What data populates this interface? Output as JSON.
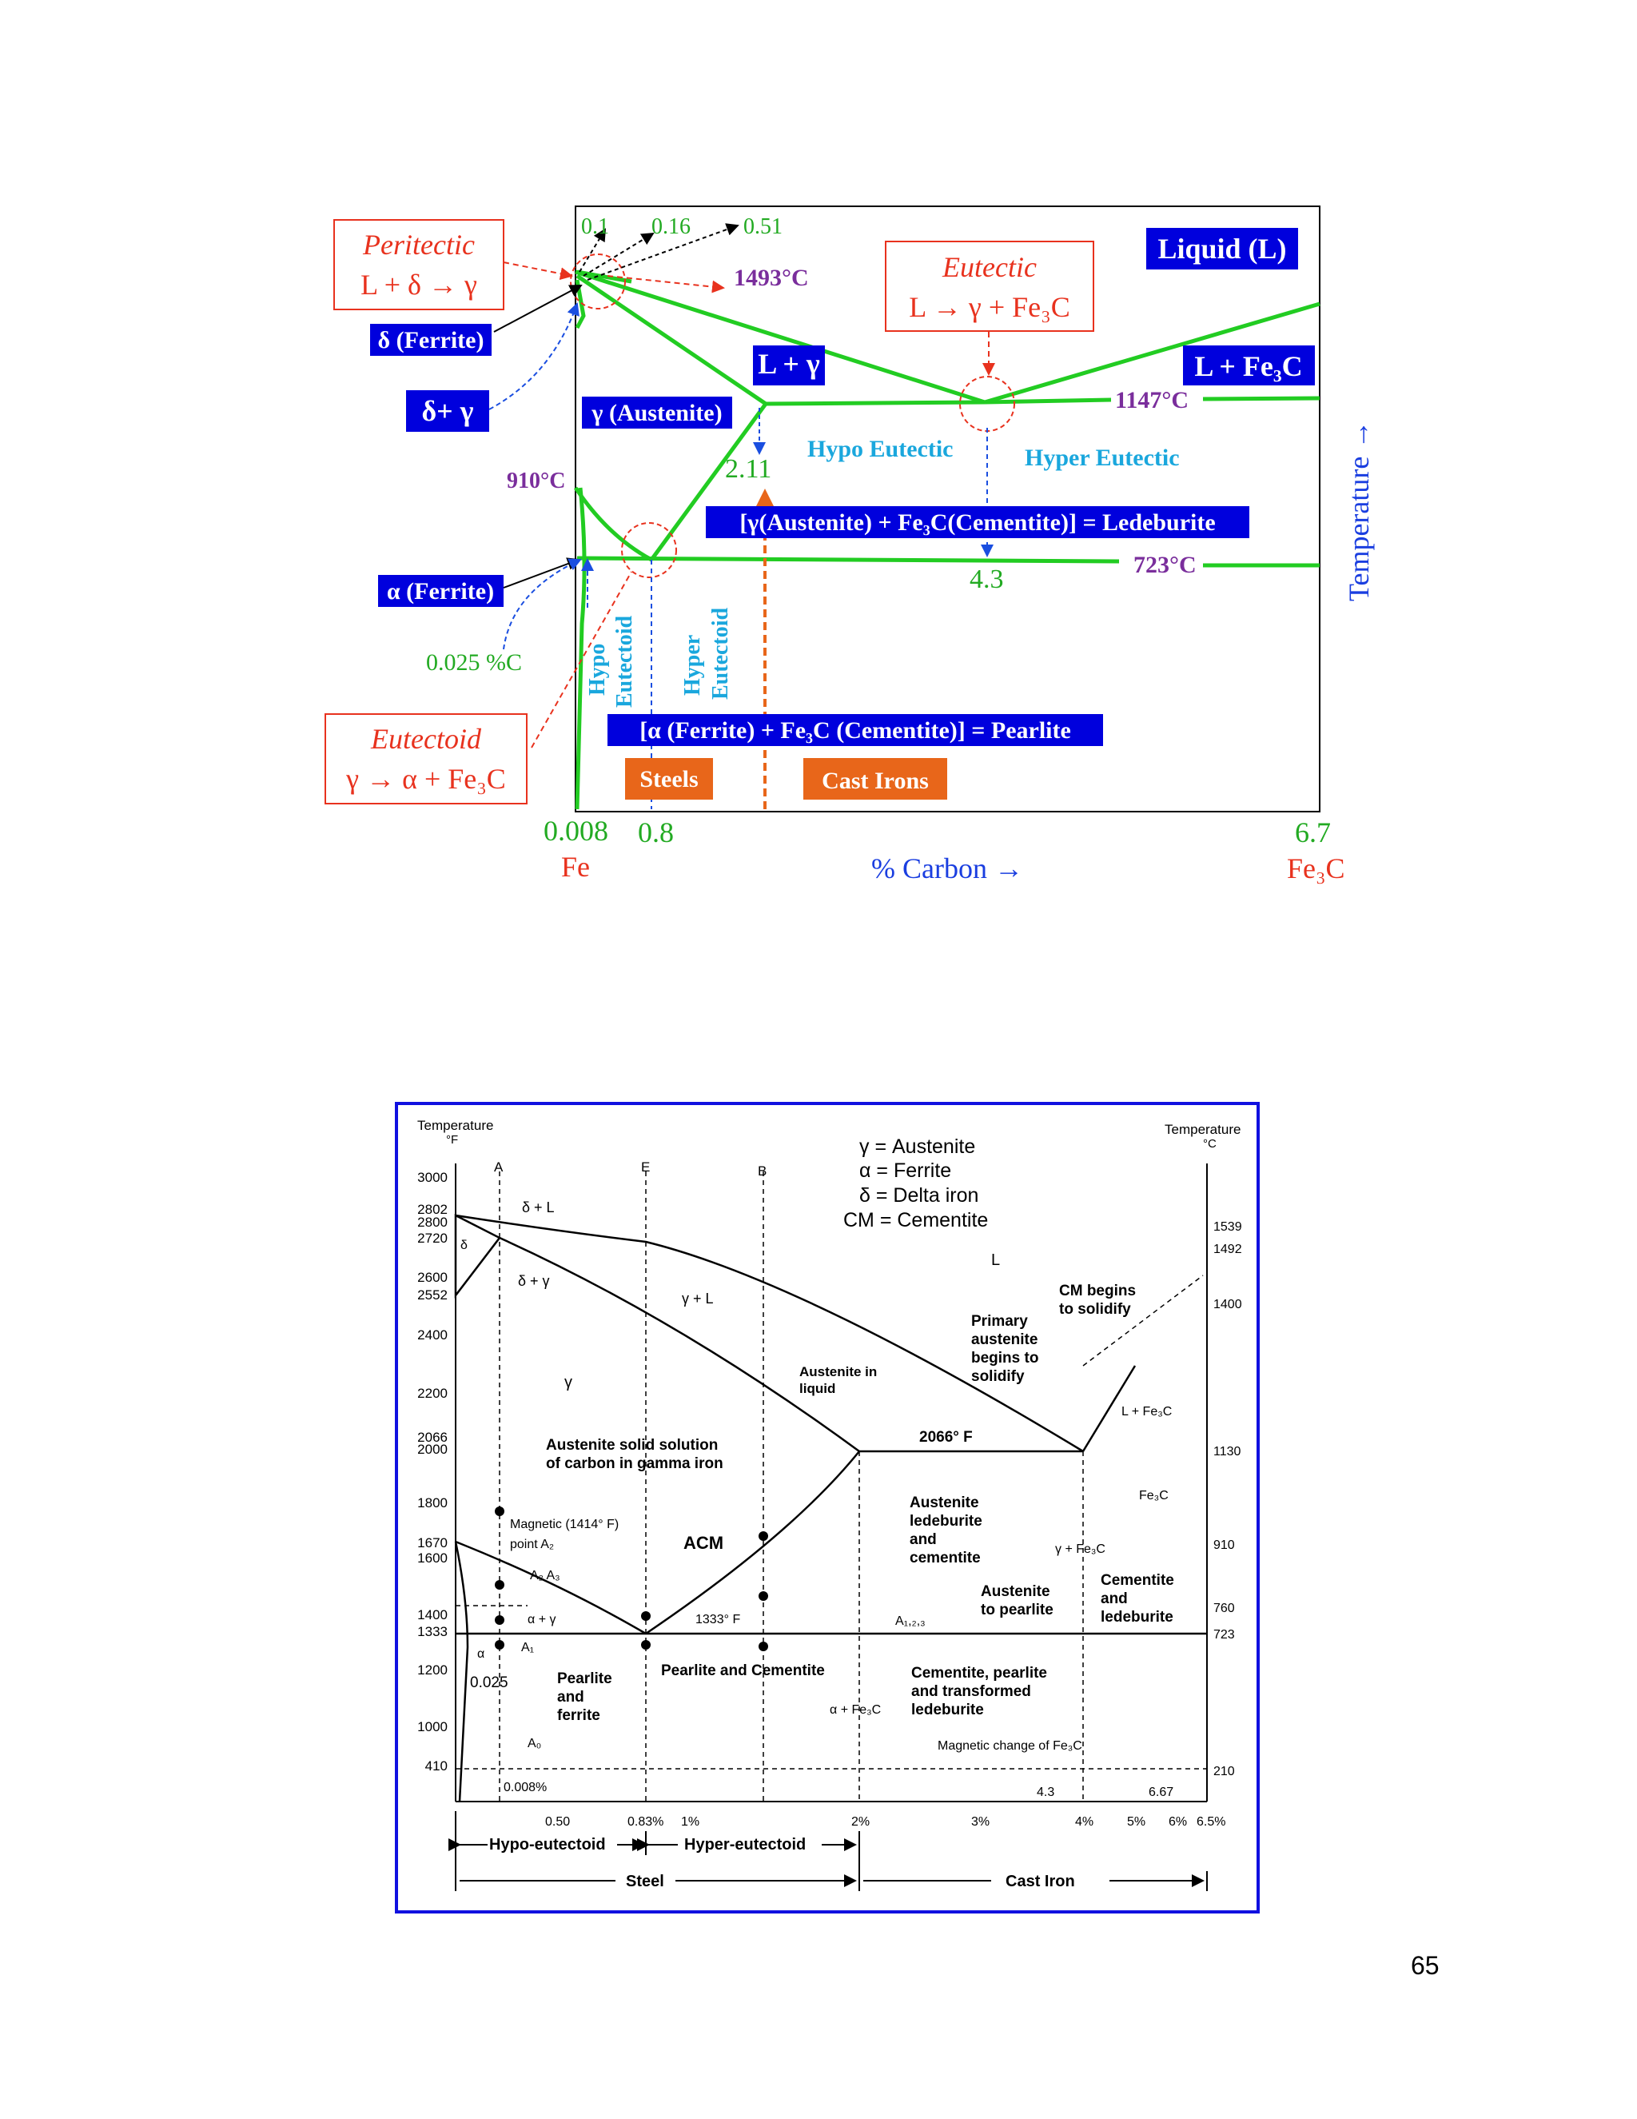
{
  "page_number": "65",
  "colors": {
    "phase_line": "#22cc22",
    "label_box": "#0000dd",
    "label_text": "#ffffff",
    "reaction_red": "#e8321e",
    "steel_orange": "#e8661a",
    "purple_temp": "#7a2e9c",
    "cyan_text": "#1aa7dd",
    "green_text": "#22aa22",
    "border_blue": "#1010e0"
  },
  "top": {
    "x_ticks": [
      "0.1",
      "0.16",
      "0.51"
    ],
    "peritectic": {
      "title": "Peritectic",
      "eq": "L + δ → γ"
    },
    "eutectic": {
      "title": "Eutectic",
      "eq": "L → γ + Fe₃C"
    },
    "eutectoid": {
      "title": "Eutectoid",
      "eq": "γ → α + Fe₃C"
    },
    "temp_1493": "1493°C",
    "temp_1147": "1147°C",
    "temp_910": "910°C",
    "temp_723": "723°C",
    "val_211": "2.11",
    "val_43": "4.3",
    "val_0025": "0.025 %C",
    "liquid": "Liquid (L)",
    "delta_ferrite": "δ (Ferrite)",
    "delta_gamma": "δ+ γ",
    "l_gamma": "L + γ",
    "l_fe3c": "L + Fe₃C",
    "austenite": "γ (Austenite)",
    "alpha_ferrite": "α (Ferrite)",
    "hypo_eutectic": "Hypo Eutectic",
    "hyper_eutectic": "Hyper Eutectic",
    "ledeburite": "[γ(Austenite) + Fe₃C(Cementite)] = Ledeburite",
    "pearlite": "[α (Ferrite) + Fe₃C (Cementite)] = Pearlite",
    "hypo_eutectoid_1": "Hypo",
    "hypo_eutectoid_2": "Eutectoid",
    "hyper_eutectoid_1": "Hyper",
    "hyper_eutectoid_2": "Eutectoid",
    "steels": "Steels",
    "cast_irons": "Cast Irons",
    "x_0008": "0.008",
    "x_08": "0.8",
    "x_67": "6.7",
    "fe": "Fe",
    "fe3c": "Fe₃C",
    "xlabel": "% Carbon  →",
    "ylabel": "Temperature  →"
  },
  "bottom": {
    "temp_f": [
      "Temperature",
      "°F"
    ],
    "temp_c": [
      "Temperature",
      "°C"
    ],
    "f_ticks": [
      "3000",
      "2802",
      "2800",
      "2720",
      "2600",
      "2552",
      "2400",
      "2200",
      "2066",
      "2000",
      "1800",
      "1670",
      "1600",
      "1400",
      "1333",
      "1200",
      "1000",
      "410"
    ],
    "c_ticks": [
      "1539",
      "1492",
      "1400",
      "1130",
      "910",
      "760",
      "723",
      "210"
    ],
    "x_ticks": [
      "0.50",
      "0.83%",
      "1%",
      "2%",
      "3%",
      "4%",
      "5%",
      "6%",
      "6.5%"
    ],
    "col_a": "A",
    "col_e": "E",
    "col_b": "B",
    "legend": [
      "γ = Austenite",
      "α = Ferrite",
      "δ = Delta  iron",
      "CM = Cementite"
    ],
    "l": "L",
    "delta": "δ",
    "delta_l": "δ + L",
    "delta_gamma": "δ + γ",
    "gamma_l": "γ + L",
    "gamma": "γ",
    "cm_begins": [
      "CM begins",
      "to solidify"
    ],
    "primary_aust": [
      "Primary",
      "austenite",
      "begins to",
      "solidify"
    ],
    "aust_in_liquid": [
      "Austenite in",
      "liquid"
    ],
    "l_fe3c": "L + Fe₃C",
    "t2066": "2066° F",
    "aust_solid": [
      "Austenite solid solution",
      "of carbon in gamma iron"
    ],
    "aust_led": [
      "Austenite",
      "ledeburite",
      "and",
      "cementite"
    ],
    "fe3c": "Fe₃C",
    "gamma_fe3c": "γ + Fe₃C",
    "magnetic": [
      "Magnetic (1414° F)",
      "point  A₂"
    ],
    "acm": "ACM",
    "a2a3": "A₂   A₃",
    "aust_pearlite": [
      "Austenite",
      "to pearlite"
    ],
    "cem_led": [
      "Cementite",
      "and",
      "ledeburite"
    ],
    "a_plus_g": "α + γ",
    "t1333": "1333° F",
    "a123": "A₁,₂,₃",
    "a1": "A₁",
    "alpha": "α",
    "v0025": "0.025",
    "pearlite_ferrite": [
      "Pearlite",
      "and",
      "ferrite"
    ],
    "pearlite_cem": "Pearlite and Cementite",
    "a_fe3c": "α + Fe₃C",
    "cem_pearlite": [
      "Cementite, pearlite",
      "and transformed",
      "ledeburite"
    ],
    "a0": "A₀",
    "mag_change": "Magnetic  change  of  Fe₃C",
    "v0008": "0.008%",
    "v43": "4.3",
    "v667": "6.67",
    "hypo": "Hypo-eutectoid",
    "hyper": "Hyper-eutectoid",
    "steel": "Steel",
    "cast_iron": "Cast Iron"
  }
}
